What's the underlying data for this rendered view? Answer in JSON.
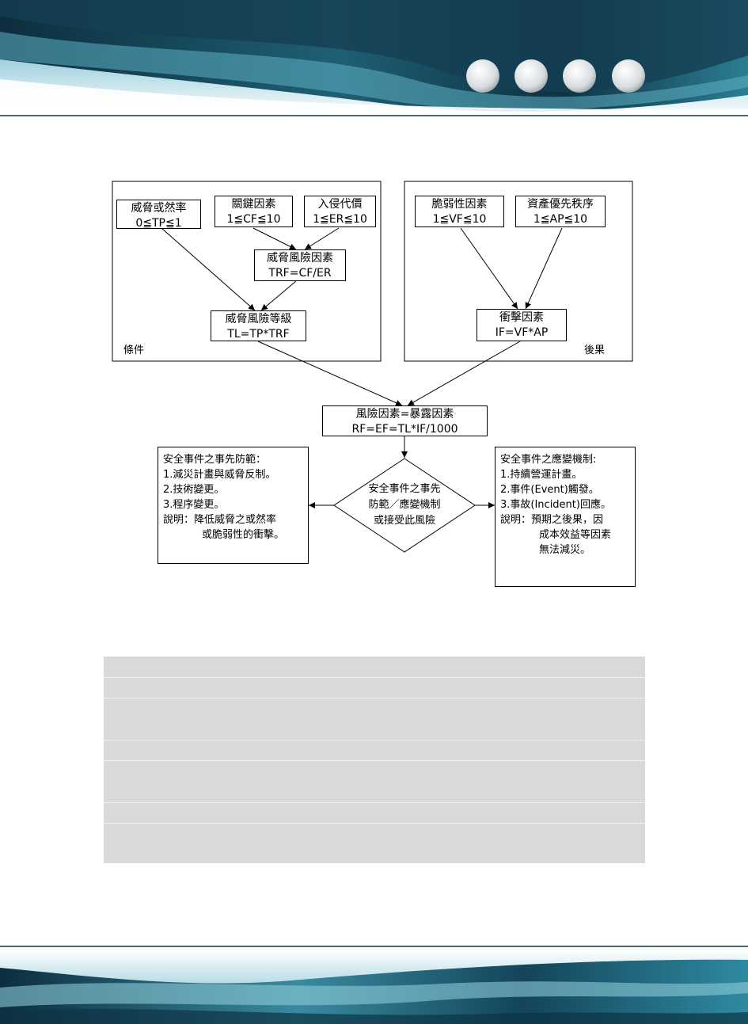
{
  "colors": {
    "banner_dark": "#0d3345",
    "banner_teal": "#3a8aa0",
    "banner_light": "#cfe7ee",
    "table_fill": "#d9d9d9"
  },
  "header": {
    "circles": 4
  },
  "diagram": {
    "conditions_group": {
      "label": "條件",
      "threat_probability": {
        "line1": "威脅或然率",
        "line2": "0≦TP≦1"
      },
      "critical_factor": {
        "line1": "關鍵因素",
        "line2": "1≦CF≦10"
      },
      "intrusion_cost": {
        "line1": "入侵代價",
        "line2": "1≦ER≦10"
      },
      "threat_risk_factor": {
        "line1": "威脅風險因素",
        "line2": "TRF=CF/ER"
      },
      "threat_level": {
        "line1": "威脅風險等級",
        "line2": "TL=TP*TRF"
      }
    },
    "consequences_group": {
      "label": "後果",
      "vulnerability_factor": {
        "line1": "脆弱性因素",
        "line2": "1≦VF≦10"
      },
      "asset_priority": {
        "line1": "資產優先秩序",
        "line2": "1≦AP≦10"
      },
      "impact_factor": {
        "line1": "衝擊因素",
        "line2": "IF=VF*AP"
      }
    },
    "risk_factor": {
      "line1": "風險因素=暴露因素",
      "line2": "RF=EF=TL*IF/1000"
    },
    "decision": {
      "line1": "安全事件之事先",
      "line2": "防範／應變機制",
      "line3": "或接受此風險"
    },
    "prevention_note": {
      "title": "安全事件之事先防範：",
      "items": [
        "1.減災計畫與威脅反制。",
        "2.技術變更。",
        "3.程序變更。"
      ],
      "explain_line1": "說明：降低威脅之或然率",
      "explain_line2": "或脆弱性的衝擊。"
    },
    "response_note": {
      "title": "安全事件之應變機制:",
      "items": [
        "1.持續營運計畫。",
        "2.事件(Event)觸發。",
        "3.事故(Incident)回應。"
      ],
      "explain_line1": "說明：預期之後果，因",
      "explain_line2": "成本效益等因素",
      "explain_line3": "無法減災。"
    }
  }
}
